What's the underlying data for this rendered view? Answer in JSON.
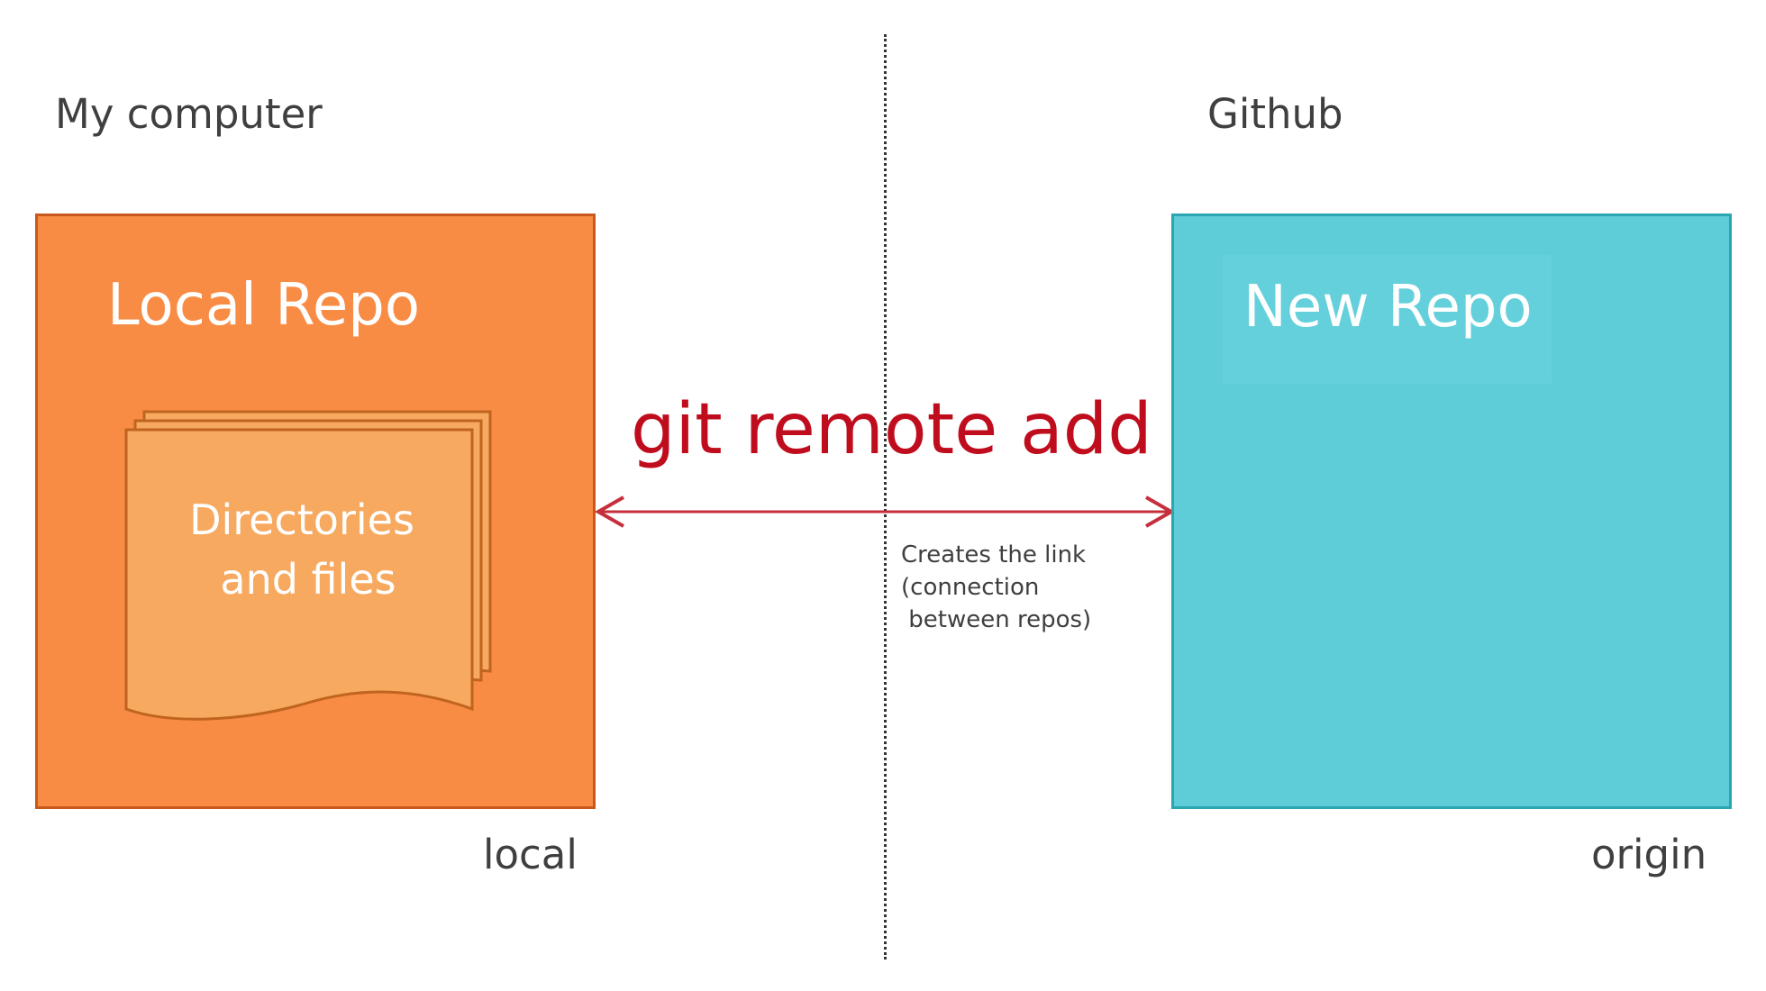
{
  "left_section": {
    "heading": "My computer",
    "box_title": "Local Repo",
    "docs_line1": "Directories",
    "docs_line2": "and files",
    "footer": "local"
  },
  "right_section": {
    "heading": "Github",
    "box_title": "New Repo",
    "footer": "origin"
  },
  "connector": {
    "command": "git remote add",
    "note_line1": "Creates the link",
    "note_line2": "(connection",
    "note_line3": " between repos)"
  },
  "colors": {
    "local_fill": "#f98c45",
    "local_border": "#c8581d",
    "docs_fill": "#f6a95f",
    "remote_fill": "#5ecdd8",
    "remote_border": "#2aa6b2",
    "command_red": "#c00d1e",
    "arrow_red": "#c62f3c"
  }
}
